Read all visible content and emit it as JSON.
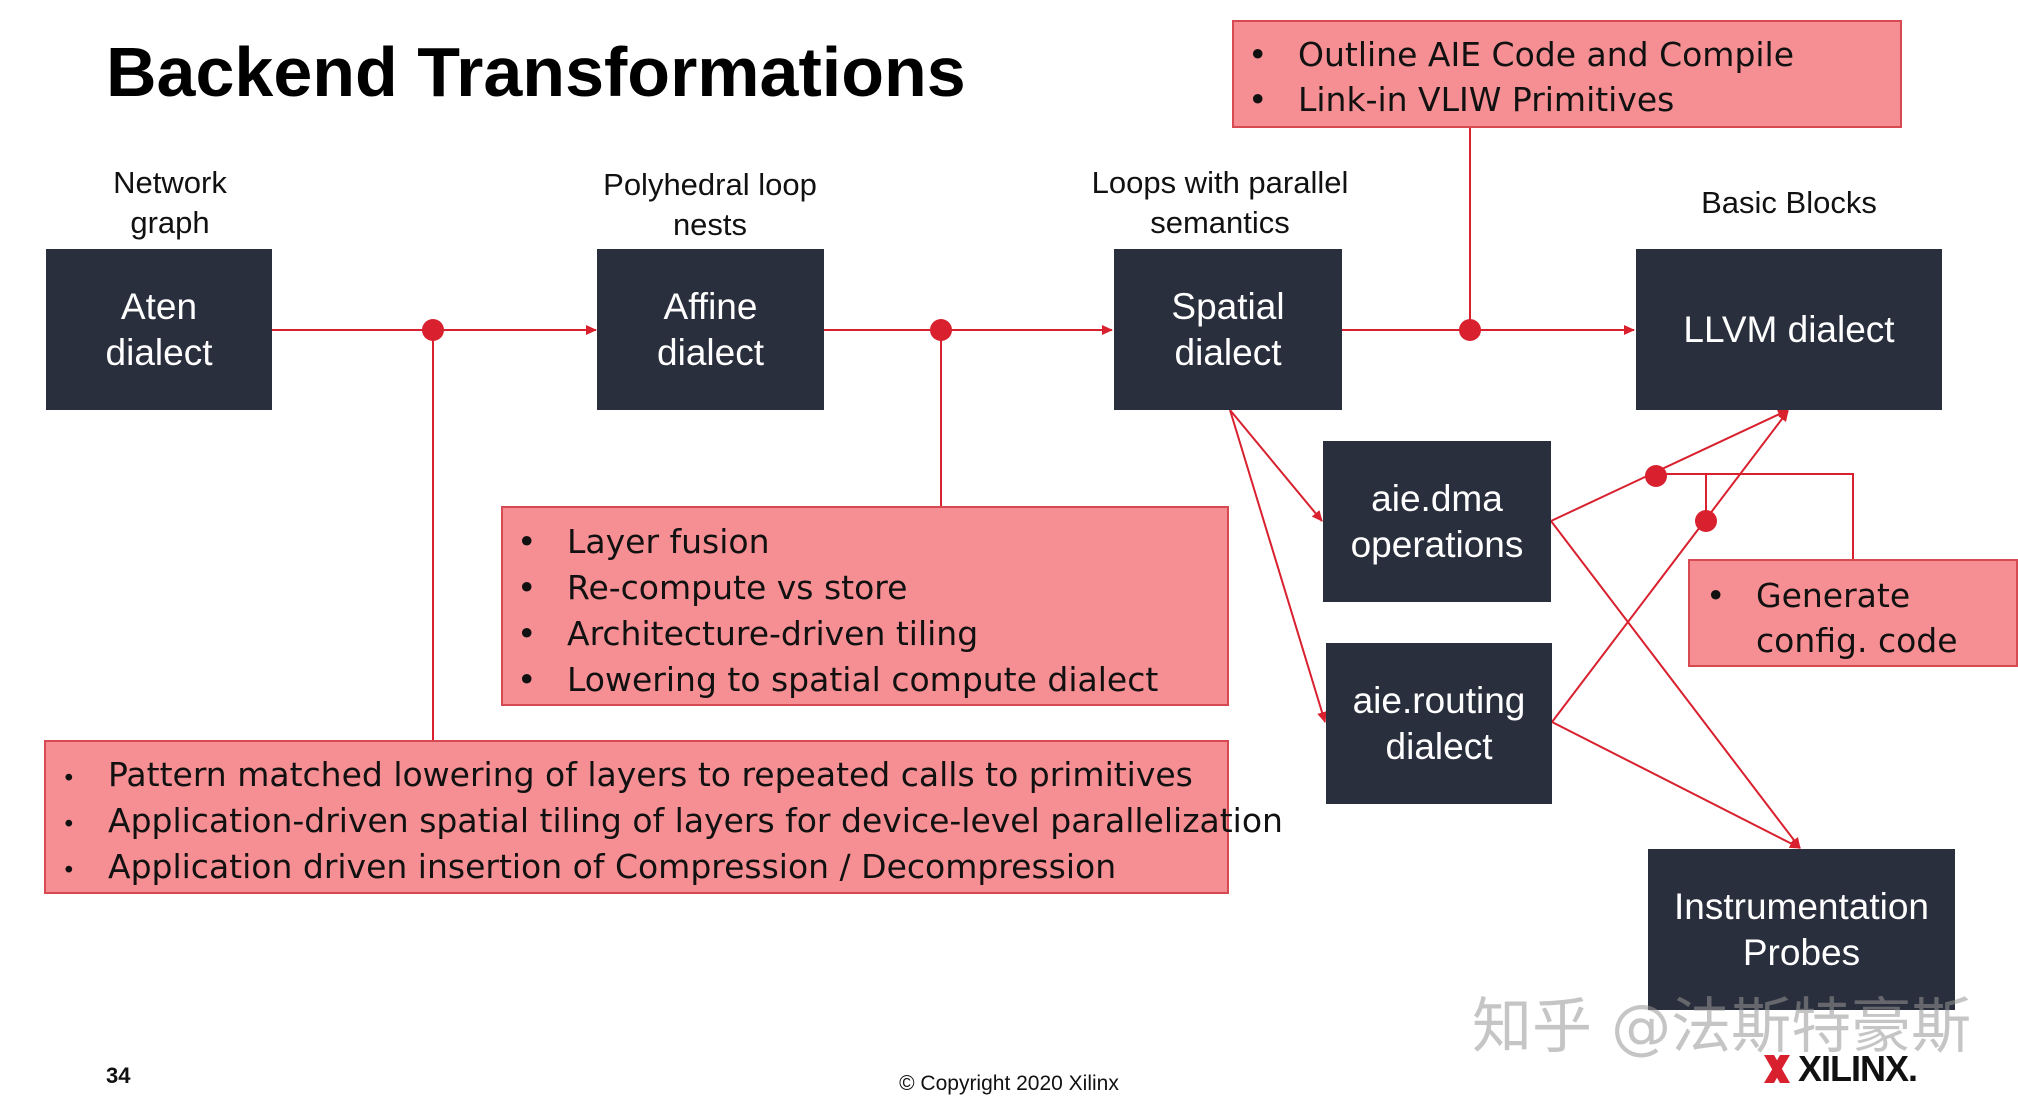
{
  "title": "Backend Transformations",
  "stage_labels": {
    "network": "Network\ngraph",
    "polyhedral": "Polyhedral loop\nnests",
    "loops": "Loops with parallel\nsemantics",
    "basic_blocks": "Basic Blocks"
  },
  "boxes": {
    "aten": "Aten\ndialect",
    "affine": "Affine\ndialect",
    "spatial": "Spatial\ndialect",
    "llvm": "LLVM dialect",
    "aie_dma": "aie.dma\noperations",
    "aie_routing": "aie.routing\ndialect",
    "instrumentation": "Instrumentation\nProbes"
  },
  "notes": {
    "top_right": [
      "Outline AIE Code and Compile",
      "Link-in VLIW Primitives"
    ],
    "middle": [
      "Layer fusion",
      "Re-compute vs store",
      "Architecture-driven tiling",
      "Lowering to spatial compute dialect"
    ],
    "bottom": [
      "Pattern matched lowering of layers to repeated calls to primitives",
      "Application-driven spatial tiling of layers for device-level parallelization",
      "Application driven insertion of Compression / Decompression"
    ],
    "generate": [
      "Generate\nconfig. code"
    ]
  },
  "bullet_char": "•",
  "footer": {
    "page_number": "34",
    "copyright": "© Copyright 2020 Xilinx",
    "brand": "XILINX."
  },
  "watermark": "知乎 @法斯特豪斯",
  "colors": {
    "box_fill": "#2a2f3d",
    "note_fill": "#f58f93",
    "note_border": "#d84a52",
    "connector": "#d9202e"
  }
}
